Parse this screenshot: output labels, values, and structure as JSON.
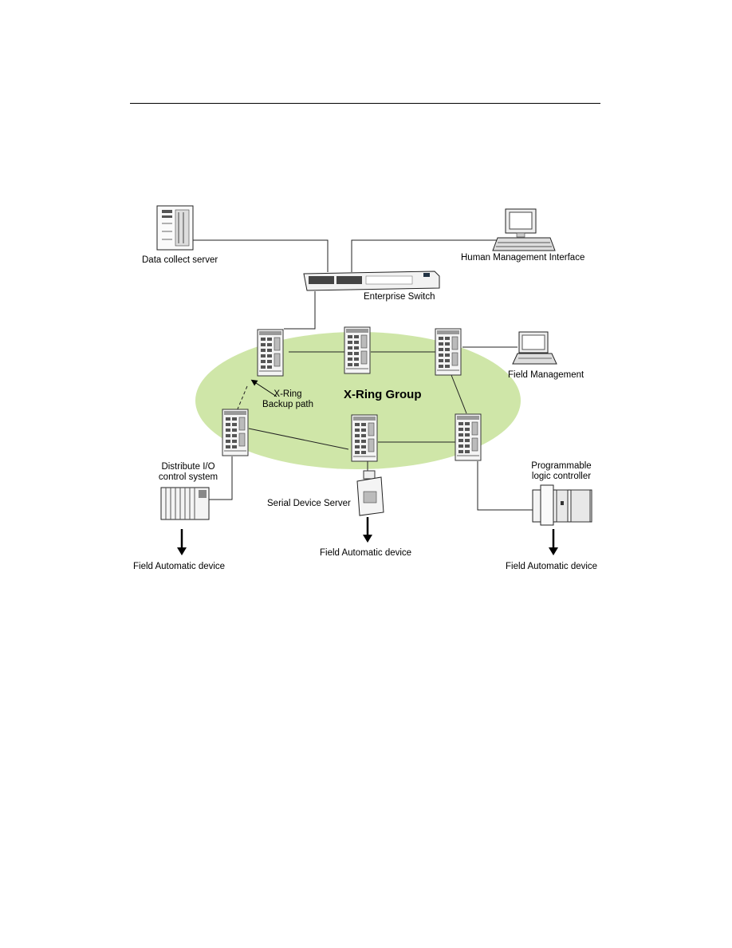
{
  "diagram": {
    "group_label": "X-Ring Group",
    "labels": {
      "data_server": "Data collect server",
      "hmi": "Human Management Interface",
      "enterprise_switch": "Enterprise Switch",
      "field_management": "Field Management",
      "backup_line1": "X-Ring",
      "backup_line2": "Backup path",
      "dio_line1": "Distribute I/O",
      "dio_line2": "control system",
      "plc_line1": "Programmable",
      "plc_line2": "logic controller",
      "serial_server": "Serial Device Server",
      "field_device_left": "Field Automatic device",
      "field_device_center": "Field Automatic device",
      "field_device_right": "Field Automatic device"
    },
    "colors": {
      "ring_fill": "#cfe6a8",
      "line": "#222222"
    },
    "ring_switch_count": 6,
    "backup_path_style": "dashed"
  }
}
